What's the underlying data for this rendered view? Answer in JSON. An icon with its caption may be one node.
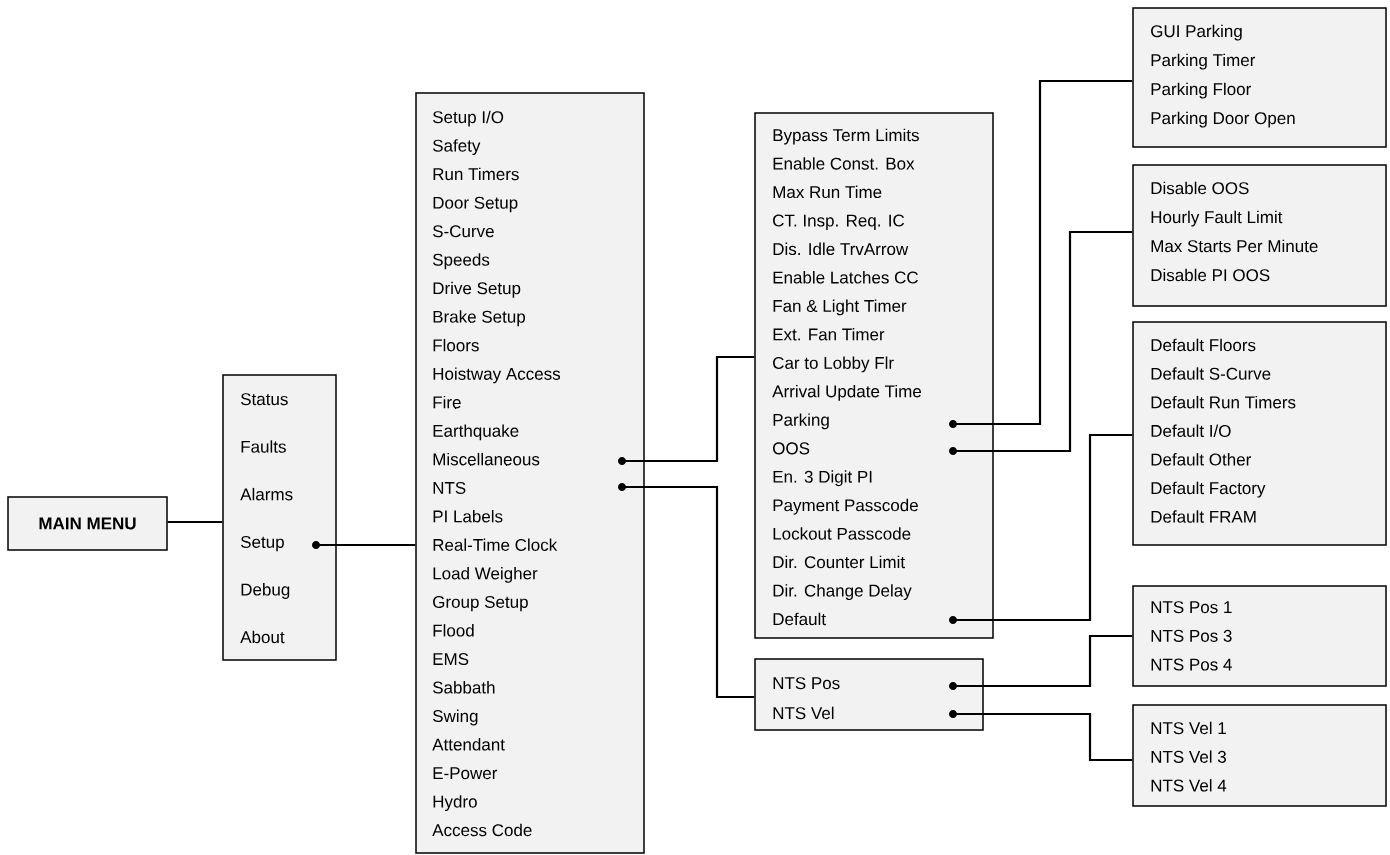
{
  "diagram": {
    "nodes": [
      {
        "text": [
          "MAIN MENU"
        ]
      },
      {
        "text": [
          "Status",
          "Faults",
          "Alarms",
          "Setup",
          "Debug",
          "About"
        ]
      },
      {
        "text": [
          "Setup I/O",
          "Safety",
          "Run Timers",
          "Door Setup",
          "S-Curve",
          "Speeds",
          "Drive Setup",
          "Brake Setup",
          "Floors",
          "Hoistway Access",
          "Fire",
          "Earthquake",
          "Miscellaneous",
          "NTS",
          "PI Labels",
          "Real-Time Clock",
          "Load Weigher",
          "Group Setup",
          "Flood",
          "EMS",
          "Sabbath",
          "Swing",
          "Attendant",
          "E-Power",
          "Hydro",
          "Access Code"
        ]
      },
      {
        "text": [
          "Bypass Term Limits",
          "Enable Const. Box",
          "Max Run Time",
          "CT. Insp. Req. IC",
          "Dis. Idle TrvArrow",
          "Enable Latches CC",
          "Fan & Light Timer",
          "Ext. Fan Timer",
          "Car to Lobby Flr",
          "Arrival Update Time",
          "Parking",
          "OOS",
          "En. 3 Digit PI",
          "Payment Passcode",
          "Lockout Passcode",
          "Dir. Counter Limit",
          "Dir. Change Delay",
          "Default"
        ]
      },
      {
        "text": [
          "GUI Parking",
          "Parking Timer",
          "Parking Floor",
          "Parking Door Open"
        ]
      },
      {
        "text": [
          "Disable OOS",
          "Hourly Fault Limit",
          "Max Starts Per Minute",
          "Disable PI OOS"
        ]
      },
      {
        "text": [
          "Default Floors",
          "Default S-Curve",
          "Default Run Timers",
          "Default I/O",
          "Default Other",
          "Default Factory",
          "Default FRAM"
        ]
      },
      {
        "text": [
          "NTS Pos",
          "NTS Vel"
        ]
      },
      {
        "text": [
          "NTS Pos 1",
          "NTS Pos 3",
          "NTS Pos 4"
        ]
      },
      {
        "text": [
          "NTS Vel 1",
          "NTS Vel 3",
          "NTS Vel 4"
        ]
      }
    ],
    "edges": [
      {
        "from": 0,
        "to": 1,
        "arrow": "none"
      },
      {
        "from": 1,
        "to": 2,
        "arrow": "none"
      },
      {
        "from": 2,
        "to": 3,
        "arrow": "none"
      },
      {
        "from": 2,
        "to": 7,
        "arrow": "none"
      },
      {
        "from": 3,
        "to": 4,
        "arrow": "none"
      },
      {
        "from": 3,
        "to": 5,
        "arrow": "none"
      },
      {
        "from": 3,
        "to": 6,
        "arrow": "none"
      },
      {
        "from": 7,
        "to": 8,
        "arrow": "none"
      },
      {
        "from": 7,
        "to": 9,
        "arrow": "none"
      }
    ]
  }
}
